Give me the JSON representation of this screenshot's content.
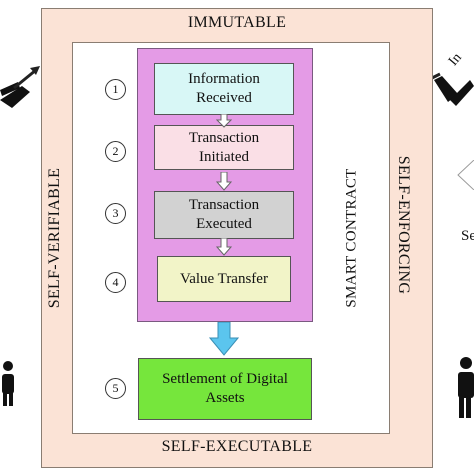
{
  "frame": {
    "top_label": "IMMUTABLE",
    "bottom_label": "SELF-EXECUTABLE",
    "left_label": "SELF-VERIFIABLE",
    "right_label": "SELF-ENFORCING"
  },
  "contract_label": "SMART CONTRACT",
  "steps": [
    {
      "number": "1",
      "label": "Information Received",
      "color": "#d8f7f6"
    },
    {
      "number": "2",
      "label": "Transaction Initiated",
      "color": "#fadfe6"
    },
    {
      "number": "3",
      "label": "Transaction Executed",
      "color": "#d2d2d2"
    },
    {
      "number": "4",
      "label": "Value Transfer",
      "color": "#f2f4c8"
    },
    {
      "number": "5",
      "label": "Settlement of Digital Assets",
      "color": "#76e63c"
    }
  ],
  "edge_fragments": {
    "right_rotated": "In",
    "right_middle": "Se"
  },
  "colors": {
    "outer_frame": "#fbe3d6",
    "contract_panel": "#e49be6",
    "big_arrow": "#5bc5ee"
  },
  "icons": [
    "person-icon-left",
    "person-icon-right",
    "handshake-icon-left",
    "handshake-icon-right"
  ]
}
